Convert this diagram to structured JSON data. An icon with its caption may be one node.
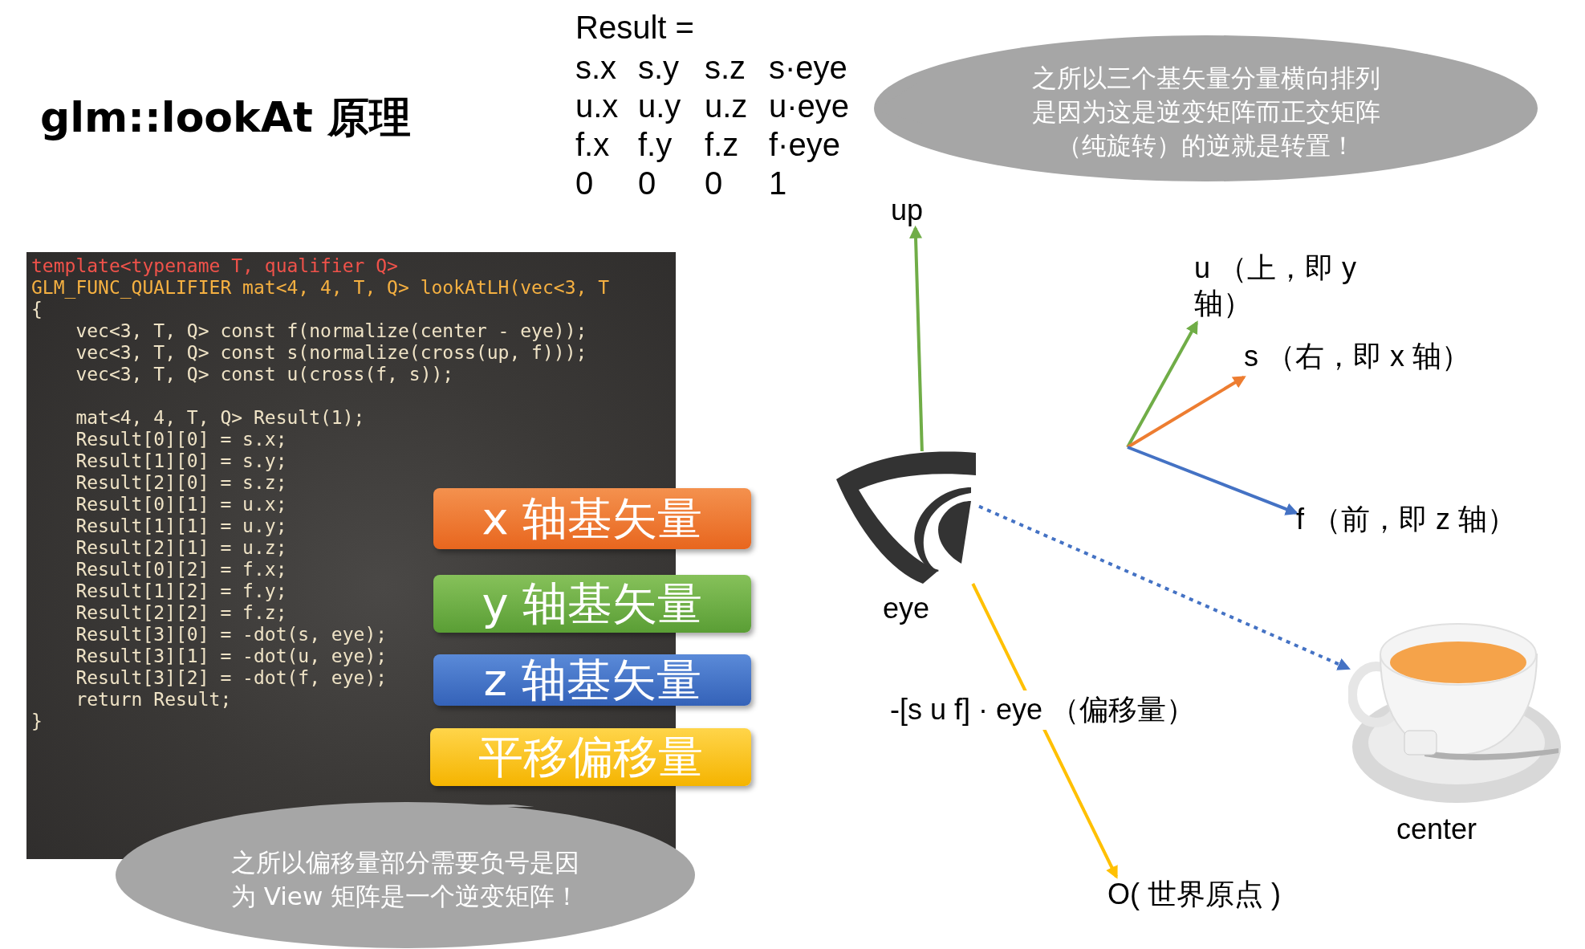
{
  "diagram": {
    "title": "glm::lookAt  原理",
    "nodes": [
      {
        "text": [
          "template<typename T, qualifier Q>",
          "GLM_FUNC_QUALIFIER mat<4, 4, T, Q> lookAtLH(vec<3, T",
          "{",
          "    vec<3, T, Q> const f(normalize(center - eye));",
          "    vec<3, T, Q> const s(normalize(cross(up, f)));",
          "    vec<3, T, Q> const u(cross(f, s));",
          "    mat<4, 4, T, Q> Result(1);",
          "    Result[0][0] = s.x;",
          "    Result[1][0] = s.y;",
          "    Result[2][0] = s.z;",
          "    Result[0][1] = u.x;",
          "    Result[1][1] = u.y;",
          "    Result[2][1] = u.z;",
          "    Result[0][2] = f.x;",
          "    Result[1][2] = f.y;",
          "    Result[2][2] = f.z;",
          "    Result[3][0] = -dot(s, eye);",
          "    Result[3][1] = -dot(u, eye);",
          "    Result[3][2] = -dot(f, eye);",
          "    return Result;",
          "}"
        ]
      },
      {
        "text": [
          "x 轴基矢量"
        ]
      },
      {
        "text": [
          "y 轴基矢量"
        ]
      },
      {
        "text": [
          "z 轴基矢量"
        ]
      },
      {
        "text": [
          "平移偏移量"
        ]
      },
      {
        "text": [
          "之所以三个基矢量分量横向排列是因为这是逆变矩阵而正交矩阵（纯旋转）的逆就是转置！"
        ]
      },
      {
        "text": [
          "之所以偏移量部分需要负号是因为 View 矩阵是一个逆变矩阵！"
        ]
      },
      {
        "text": [
          "up"
        ]
      },
      {
        "text": [
          "u （上，即 y 轴）"
        ]
      },
      {
        "text": [
          "s （右，即 x 轴）"
        ]
      },
      {
        "text": [],
        "shape": "picture",
        "beside": [
          "eye"
        ]
      },
      {
        "text": [
          "f （前，即 z 轴）"
        ]
      },
      {
        "text": [],
        "shape": "picture",
        "beside": [
          "center"
        ]
      },
      {
        "text": [
          "O( 世界原点 )"
        ]
      }
    ],
    "edges": [
      {
        "from": 10,
        "to": 7,
        "arrow": "to",
        "color": "#70ad47"
      },
      {
        "from": null,
        "to": 8,
        "arrow": "to",
        "color": "#70ad47"
      },
      {
        "from": null,
        "to": 9,
        "arrow": "to",
        "color": "#ed7d31"
      },
      {
        "from": null,
        "to": 11,
        "arrow": "to",
        "color": "#4472c4"
      },
      {
        "from": 10,
        "to": 12,
        "arrow": "to",
        "style": "dashed",
        "color": "#4472c4"
      },
      {
        "from": 10,
        "to": 13,
        "arrow": "to",
        "label": "-[s u f] · eye （偏移量）",
        "color": "#ffc000"
      }
    ],
    "labels": [
      "Result =",
      "s.x",
      "s.y",
      "s.z",
      "s·eye",
      "u.x",
      "u.y",
      "u.z",
      "u·eye",
      "f.x",
      "f.y",
      "f.z",
      "f·eye",
      "0",
      "0",
      "0",
      "1"
    ]
  }
}
